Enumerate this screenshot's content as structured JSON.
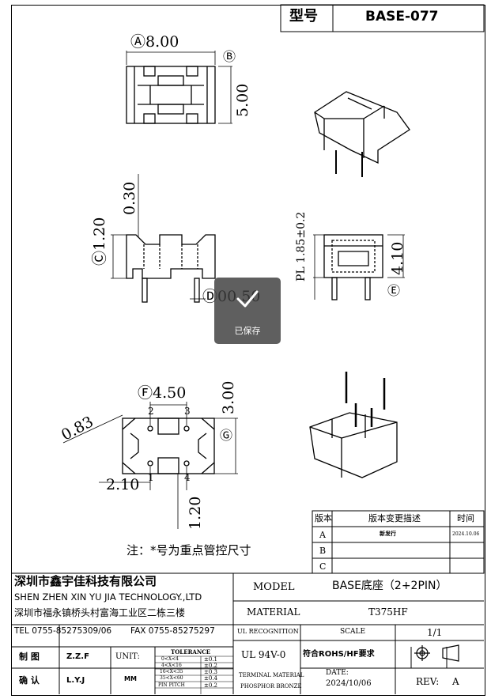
{
  "header": {
    "model_label": "型号",
    "model_value": "BASE-077"
  },
  "dims": {
    "a": "Ⓐ8.00",
    "b": "Ⓑ",
    "b_val": "5.00",
    "c": "Ⓒ1.20",
    "top_gap": "0.30",
    "d": "Ⓓ00.50",
    "pl": "PL 1.85±0.2",
    "h": "4.10",
    "e": "Ⓔ",
    "f": "Ⓕ4.50",
    "g_val": "3.00",
    "g": "Ⓖ",
    "diag": "0.83",
    "pitch": "2.10",
    "bottom": "1.20",
    "pin1": "1",
    "pin2": "2",
    "pin3": "3",
    "pin4": "4"
  },
  "note": "注：*号为重点管控尺寸",
  "revision": {
    "headers": [
      "版本",
      "版本变更描述",
      "时间"
    ],
    "rows": [
      {
        "ver": "A",
        "desc": "新发行",
        "date": "2024.10.06"
      },
      {
        "ver": "B",
        "desc": "",
        "date": ""
      },
      {
        "ver": "C",
        "desc": "",
        "date": ""
      }
    ]
  },
  "company": {
    "name_cn": "深圳市鑫宇佳科技有限公司",
    "name_en": "SHEN ZHEN XIN YU JIA TECHNOLOGY.,LTD",
    "address": "深圳市福永镇桥头村富海工业区二栋三楼",
    "tel": "TEL 0755-85275309/06",
    "fax": "FAX 0755-85275297"
  },
  "title_block": {
    "model_label": "MODEL",
    "model_value": "BASE底座（2+2PIN）",
    "material_label": "MATERIAL",
    "material_value": "T375HF",
    "ul_label": "UL RECOGNITION",
    "scale_label": "SCALE",
    "scale_value": "1/1",
    "ul_value": "UL 94V-0",
    "rohs": "符合ROHS/HF要求",
    "terminal_label": "TERMINAL MATERIAL",
    "terminal_value": "PHOSPHOR BRONZE",
    "date_label": "DATE:",
    "date_value": "2024/10/06",
    "rev_label": "REV:",
    "rev_value": "A"
  },
  "signoff": {
    "draw_label": "制 图",
    "draw_name": "Z.Z.F",
    "check_label": "确 认",
    "check_name": "L.Y.J",
    "unit_label": "UNIT:",
    "unit_value": "MM"
  },
  "tolerance": {
    "title": "TOLERANCE",
    "rows": [
      {
        "range": "0<X<4",
        "tol": "±0.1"
      },
      {
        "range": "4<X<16",
        "tol": "±0.2"
      },
      {
        "range": "16<X<35",
        "tol": "±0.3"
      },
      {
        "range": "35<X<60",
        "tol": "±0.4"
      },
      {
        "range": "PIN PITCH",
        "tol": "±0.2"
      }
    ]
  },
  "toast": {
    "label": "已保存"
  }
}
